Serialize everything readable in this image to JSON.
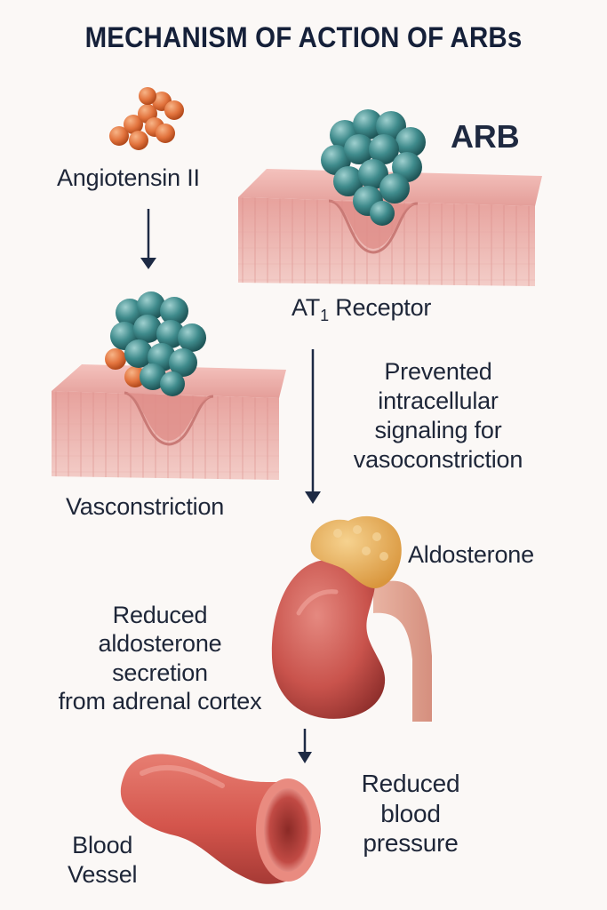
{
  "title": "MECHANISM OF ACTION OF ARBs",
  "labels": {
    "angiotensin": "Angiotensin II",
    "arb": "ARB",
    "receptor_prefix": "AT",
    "receptor_sub": "1",
    "receptor_suffix": " Receptor",
    "vasoconstriction": "Vasconstriction",
    "prevented": [
      "Prevented",
      "intracellular",
      "signaling for",
      "vasoconstriction"
    ],
    "aldosterone": "Aldosterone",
    "reduced_aldo": [
      "Reduced",
      "aldosterone",
      "secretion",
      "from adrenal cortex"
    ],
    "blood_vessel": [
      "Blood",
      "Vessel"
    ],
    "reduced_bp": [
      "Reduced",
      "blood",
      "pressure"
    ]
  },
  "colors": {
    "angiotensin": "#e2733d",
    "arb": "#3f8b8c",
    "tissue": "#e8a3a0",
    "kidney": "#c9534c",
    "adrenal": "#e9b35c",
    "arrow": "#1d2a44"
  }
}
